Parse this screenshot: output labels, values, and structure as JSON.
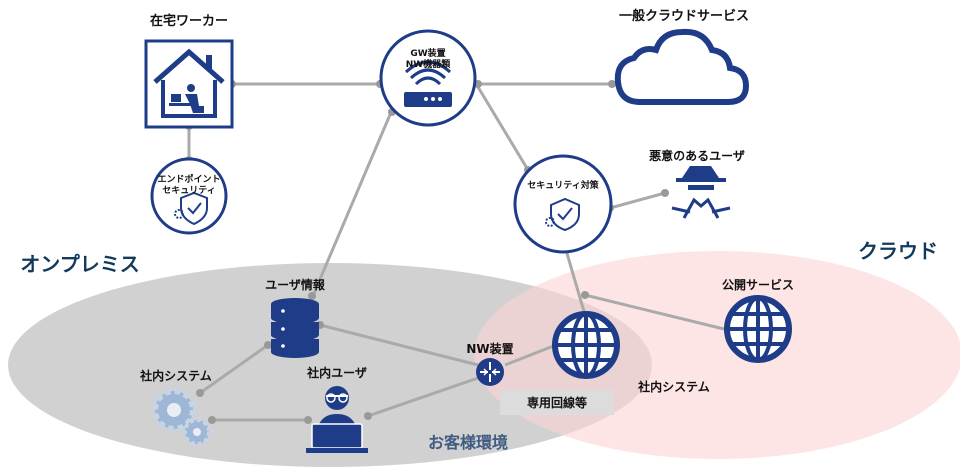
{
  "zones": {
    "onprem": "オンプレミス",
    "cloud": "クラウド",
    "customer_env": "お客様環境"
  },
  "nodes": {
    "remote_worker": "在宅ワーカー",
    "endpoint_line1": "エンドポイント",
    "endpoint_line2": "セキュリティ",
    "gw_line1": "GW装置",
    "gw_line2": "NW機器類",
    "public_cloud": "一般クラウドサービス",
    "security": "セキュリティ対策",
    "malicious_user": "悪意のあるユーザ",
    "user_info": "ユーザ情報",
    "internal_system_left": "社内システム",
    "internal_user": "社内ユーザ",
    "nw_device": "NW装置",
    "internal_system_cloud": "社内システム",
    "public_service": "公開サービス",
    "dedicated_line": "専用回線等"
  },
  "colors": {
    "navy": "#1f3c88",
    "onprem_fill": "#c9c9c9",
    "cloud_fill": "#fbd9d9",
    "zone_text": "#123a5c",
    "line": "#aaaaaa"
  }
}
